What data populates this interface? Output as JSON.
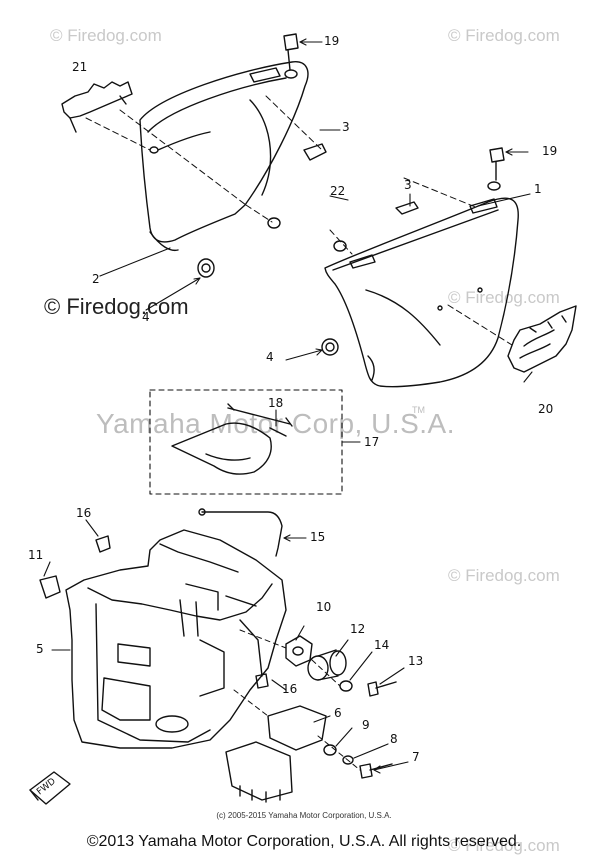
{
  "watermarks": {
    "top_left": "© Firedog.com",
    "top_right": "© Firedog.com",
    "left_big": "© Firedog.com",
    "right_mid": "© Firedog.com",
    "right_low": "© Firedog.com",
    "right_bottom": "© Firedog.com"
  },
  "center_watermark": "Yamaha Motor Corp, U.S.A.",
  "center_watermark_tm": "TM",
  "callouts": [
    "1",
    "2",
    "3",
    "3",
    "4",
    "4",
    "5",
    "6",
    "7",
    "8",
    "9",
    "10",
    "11",
    "12",
    "13",
    "14",
    "15",
    "16",
    "16",
    "17",
    "18",
    "19",
    "19",
    "20",
    "21",
    "22"
  ],
  "fwd_label": "FWD",
  "footer": {
    "small": "(c) 2005-2015 Yamaha Motor Corporation, U.S.A.",
    "main": "©2013 Yamaha Motor Corporation, U.S.A. All rights reserved."
  }
}
